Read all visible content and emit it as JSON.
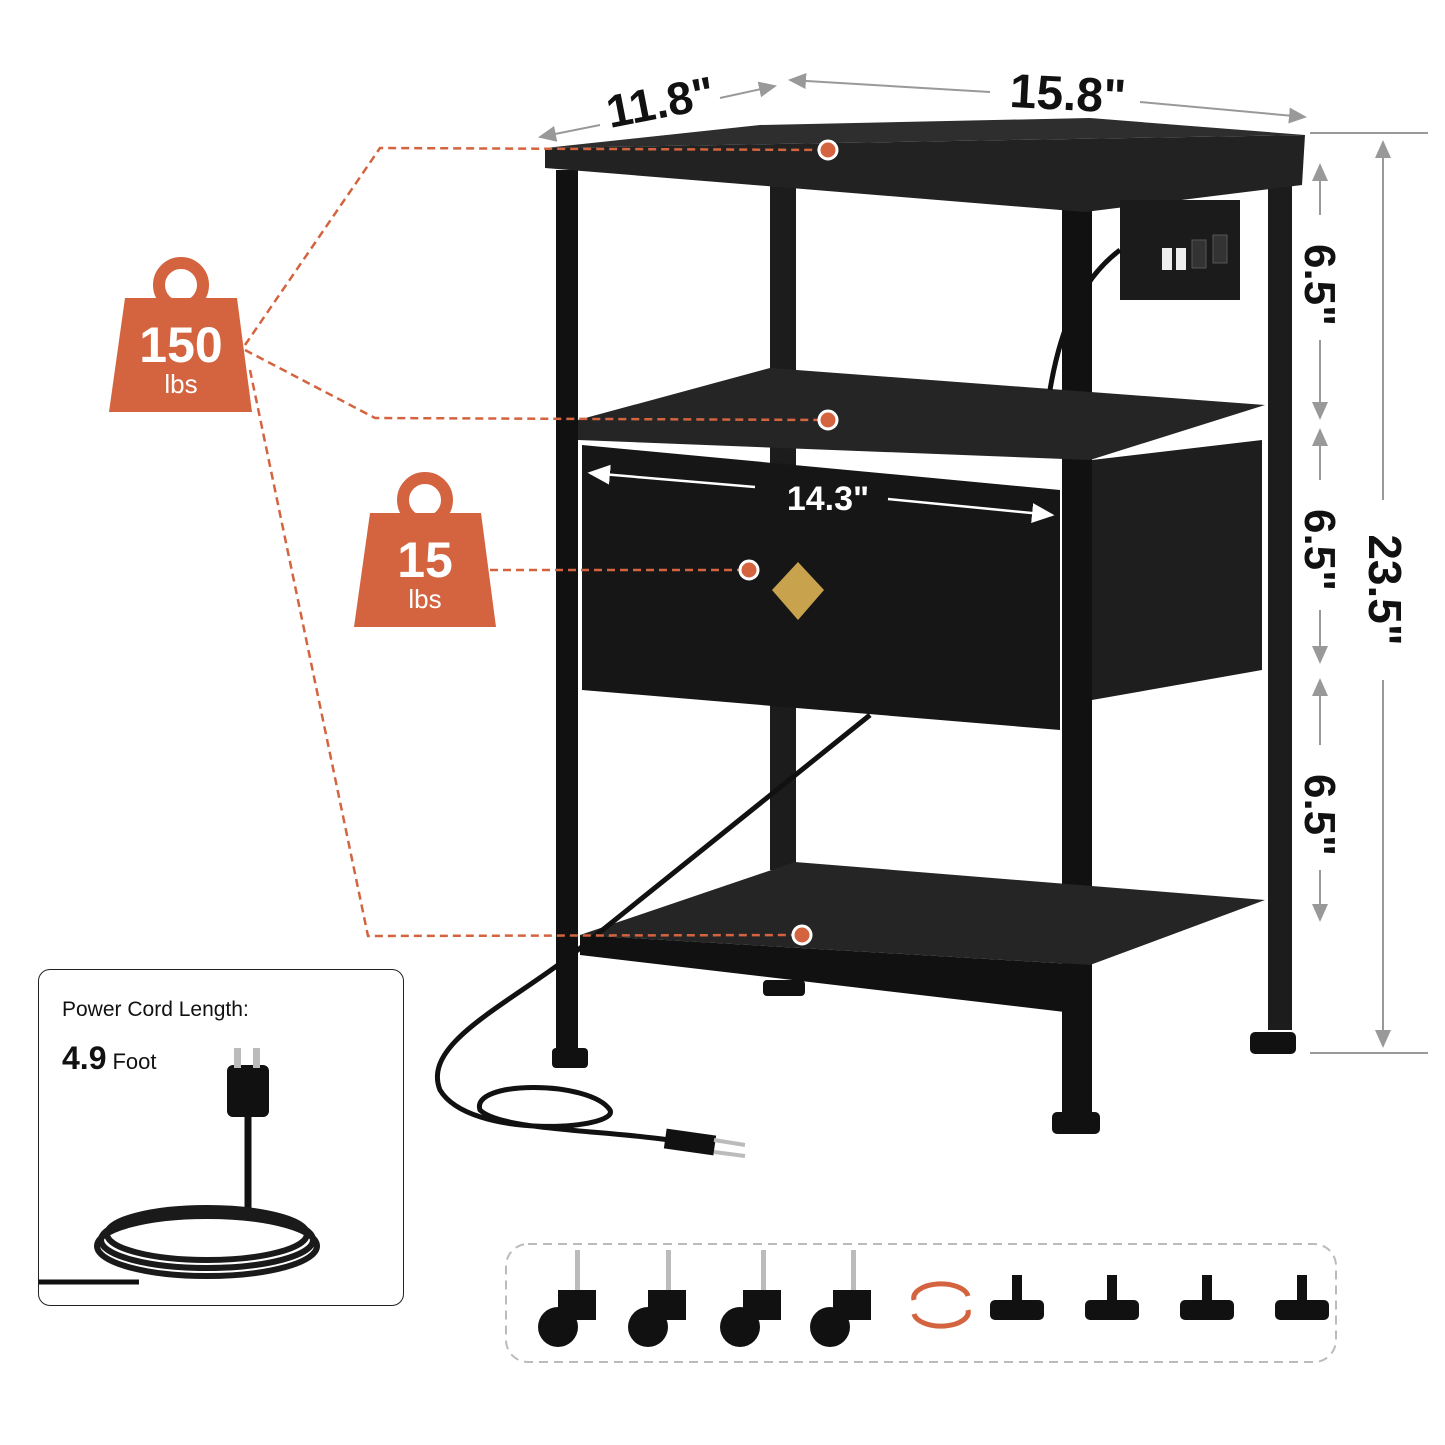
{
  "dimensions": {
    "depth": "11.8\"",
    "width": "15.8\"",
    "drawer_width": "14.3\"",
    "tier_top": "6.5\"",
    "tier_middle": "6.5\"",
    "tier_bottom": "6.5\"",
    "total_height": "23.5\""
  },
  "weights": {
    "shelf": {
      "value": "150",
      "unit": "lbs"
    },
    "drawer": {
      "value": "15",
      "unit": "lbs"
    }
  },
  "power_cord": {
    "title": "Power Cord Length:",
    "value": "4.9",
    "unit": "Foot"
  },
  "colors": {
    "accent": "#d4633f",
    "product": "#1a1a1a",
    "knob": "#c9a24e"
  }
}
